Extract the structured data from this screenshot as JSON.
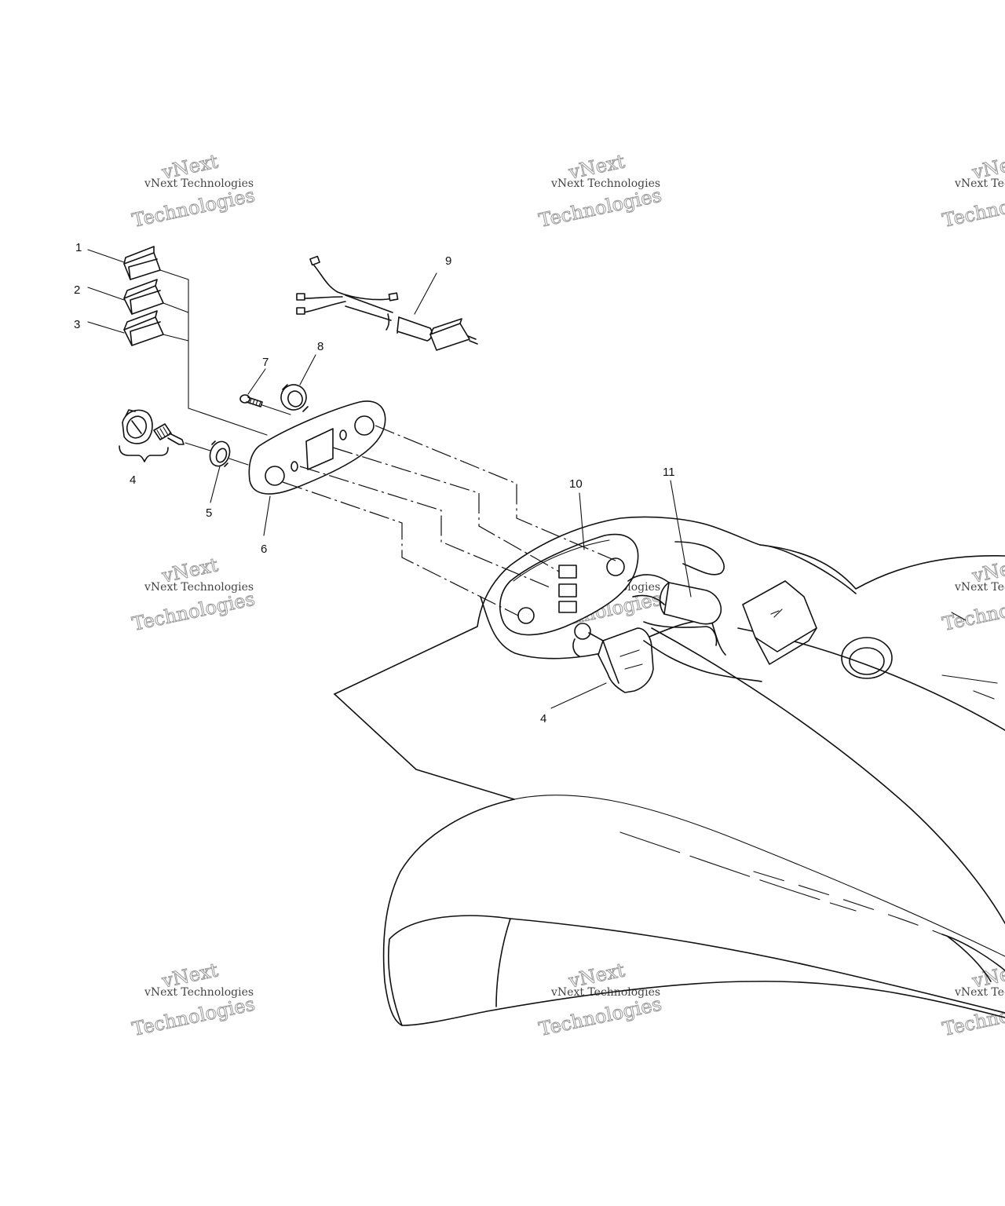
{
  "callouts": [
    {
      "id": "1",
      "label": "1"
    },
    {
      "id": "2",
      "label": "2"
    },
    {
      "id": "3",
      "label": "3"
    },
    {
      "id": "4a",
      "label": "4"
    },
    {
      "id": "5",
      "label": "5"
    },
    {
      "id": "6",
      "label": "6"
    },
    {
      "id": "7",
      "label": "7"
    },
    {
      "id": "8",
      "label": "8"
    },
    {
      "id": "9",
      "label": "9"
    },
    {
      "id": "10",
      "label": "10"
    },
    {
      "id": "11",
      "label": "11"
    },
    {
      "id": "4b",
      "label": "4"
    }
  ],
  "watermark": {
    "line_small": "vNext Technologies",
    "line_big_1": "vNext",
    "line_big_2": "Technologies"
  }
}
